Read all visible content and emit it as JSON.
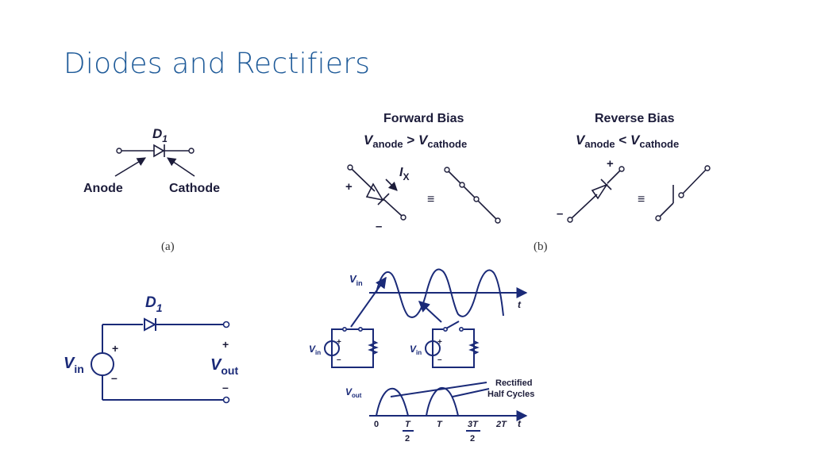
{
  "slide": {
    "title": "Diodes and Rectifiers"
  },
  "symbol": {
    "name": "D",
    "sub": "1",
    "anode": "Anode",
    "cathode": "Cathode",
    "caption": "(a)"
  },
  "forward": {
    "title": "Forward Bias",
    "v": "V",
    "anode_sub": "anode",
    "op": " > ",
    "cathode_sub": "cathode",
    "plus": "+",
    "minus": "–",
    "current": "I",
    "current_sub": "X",
    "equiv": "≡"
  },
  "reverse": {
    "title": "Reverse Bias",
    "v": "V",
    "anode_sub": "anode",
    "op": " < ",
    "cathode_sub": "cathode",
    "plus": "+",
    "minus": "–",
    "equiv": "≡"
  },
  "caption_b": "(b)",
  "rectifier": {
    "diode": "D",
    "diode_sub": "1",
    "vin": "V",
    "vin_sub": "in",
    "vout": "V",
    "vout_sub": "out",
    "plus": "+",
    "minus": "–"
  },
  "waveforms": {
    "vin": "V",
    "vin_sub": "in",
    "vout": "V",
    "vout_sub": "out",
    "t": "t",
    "plus": "+",
    "minus": "–",
    "annotation_line1": "Rectified",
    "annotation_line2": "Half Cycles",
    "ticks": {
      "zero": "0",
      "T": "T",
      "two": "2",
      "threeT": "3T",
      "twoT": "2T"
    }
  }
}
